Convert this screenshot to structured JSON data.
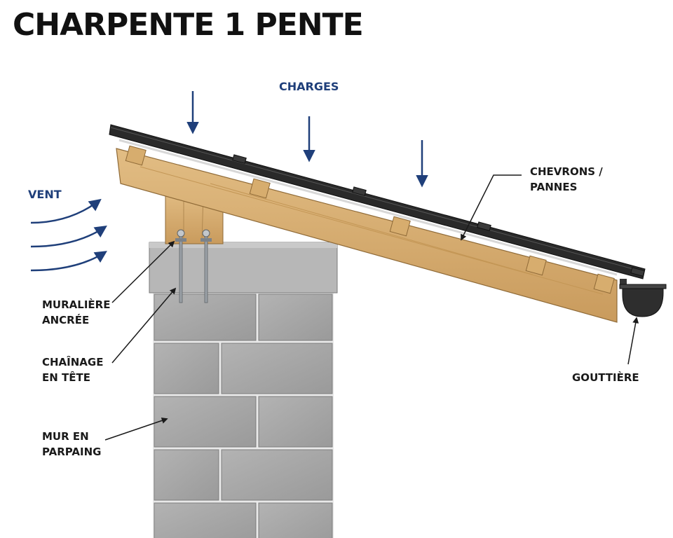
{
  "title": "CHARPENTE 1 PENTE",
  "labels": {
    "charges": "CHARGES",
    "vent": "VENT",
    "chevrons_line1": "CHEVRONS /",
    "chevrons_line2": "PANNES",
    "muraliere_line1": "MURALIÈRE",
    "muraliere_line2": "ANCRÉE",
    "chainage_line1": "CHAÎNAGE",
    "chainage_line2": "EN TÊTE",
    "mur_line1": "MUR EN",
    "mur_line2": "PARPAING",
    "gouttiere": "GOUTTIÈRE"
  },
  "colors": {
    "wood": "#d9b277",
    "wood_dark": "#b98d4e",
    "roof": "#2a2a2a",
    "concrete": "#a9a9a9",
    "mortar": "#eeeeee",
    "arrow_blue": "#1f3f7a",
    "steel": "#9aa0a6"
  }
}
